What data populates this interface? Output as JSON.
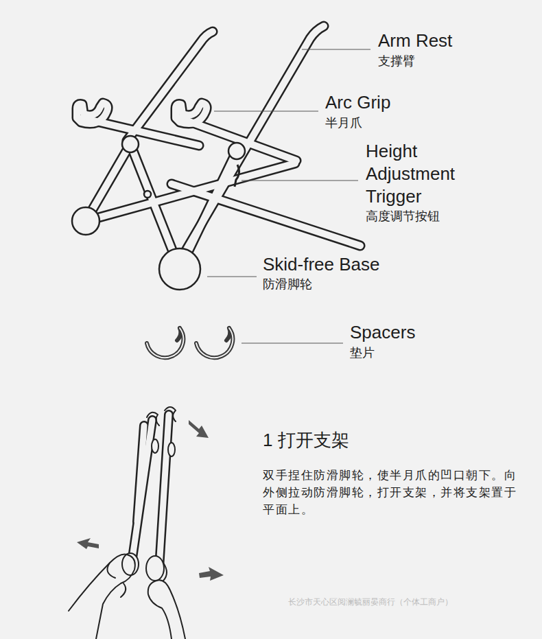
{
  "diagram": {
    "labels": [
      "Arm Rest",
      "支撑臂",
      "Arc Grip",
      "半月爪",
      "Height Adjustment Trigger",
      "高度调节按钮",
      "Skid-free Base",
      "防滑脚轮",
      "Spacers",
      "垫片",
      "1 打开支架",
      "双手捏住防滑脚轮，使半月爪的凹口朝下。向外侧拉动防滑脚轮，打开支架，并将支架置于平面上。",
      "长沙市天心区阅澜毓丽晏商行（个体工商户）"
    ]
  }
}
